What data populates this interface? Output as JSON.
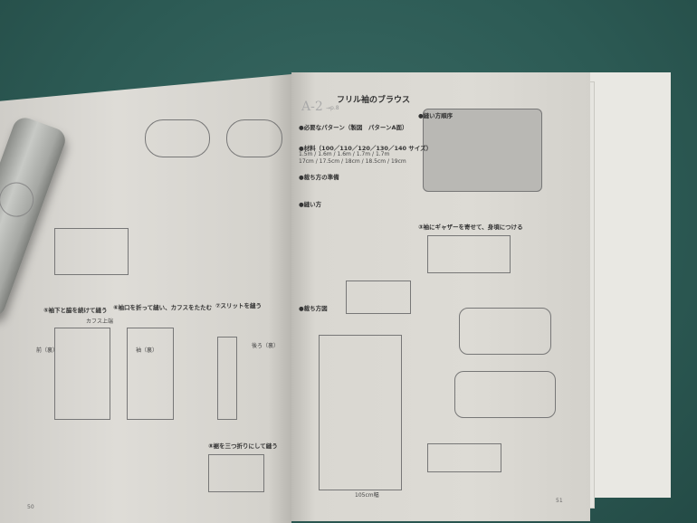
{
  "right_page": {
    "pattern_code": "A-2",
    "title": "フリル袖のブラウス",
    "ref": "→p.8",
    "sections": [
      "●必要なパターン（製図　パターンA面）",
      "●材料（100／110／120／130／140 サイズ）",
      "●裁ち方の準備",
      "●縫い方",
      "●裁ち方図",
      "●縫い方順序"
    ],
    "sizes": [
      "100",
      "110",
      "120",
      "130",
      "140"
    ],
    "fabric_lengths": [
      "1.5m",
      "1.6m",
      "1.6m",
      "1.7m",
      "1.7m"
    ],
    "tape_lengths": [
      "17cm",
      "17.5cm",
      "18cm",
      "18.5cm",
      "19cm"
    ],
    "step3": "③袖にギャザーを寄せて、身頃につける",
    "fabric_width": "105cm幅",
    "page_number": "51"
  },
  "left_page": {
    "steps": [
      "⑤袖下と脇を続けて縫う",
      "⑥袖口を折って縫い、カフスをたたむ",
      "⑦スリットを縫う",
      "⑧裾を三つ折りにして縫う"
    ],
    "labels": [
      "カフス上端",
      "前（裏）",
      "後ろ（裏）",
      "袖（裏）"
    ],
    "page_number": "50"
  }
}
